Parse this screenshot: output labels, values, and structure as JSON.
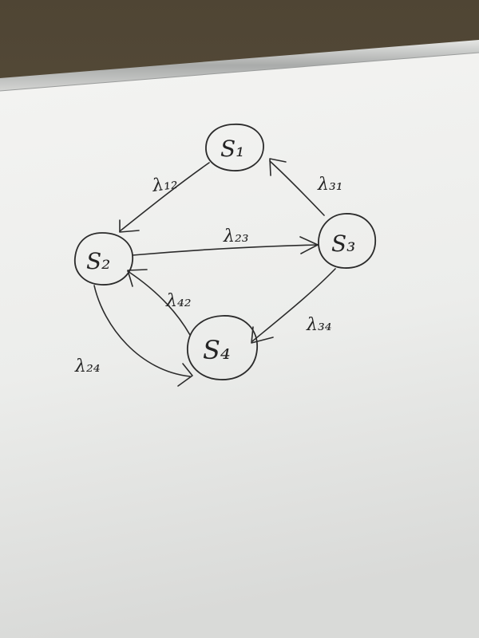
{
  "diagram": {
    "type": "state-transition-graph",
    "nodes": [
      {
        "id": "s1",
        "label": "S₁"
      },
      {
        "id": "s2",
        "label": "S₂"
      },
      {
        "id": "s3",
        "label": "S₃"
      },
      {
        "id": "s4",
        "label": "S₄"
      }
    ],
    "edges": [
      {
        "id": "e12",
        "from": "s1",
        "to": "s2",
        "label": "λ₁₂"
      },
      {
        "id": "e23",
        "from": "s2",
        "to": "s3",
        "label": "λ₂₃"
      },
      {
        "id": "e31",
        "from": "s3",
        "to": "s1",
        "label": "λ₃₁"
      },
      {
        "id": "e34",
        "from": "s3",
        "to": "s4",
        "label": "λ₃₄"
      },
      {
        "id": "e42",
        "from": "s4",
        "to": "s2",
        "label": "λ₄₂"
      },
      {
        "id": "e24",
        "from": "s2",
        "to": "s4",
        "label": "λ₂₄"
      }
    ]
  },
  "colors": {
    "ink": "#2b2b2b",
    "wall": "#5a4f3c",
    "board_top": "#f3f3f1",
    "board_bottom": "#dcdddb",
    "frame": "#c9cbc9"
  }
}
